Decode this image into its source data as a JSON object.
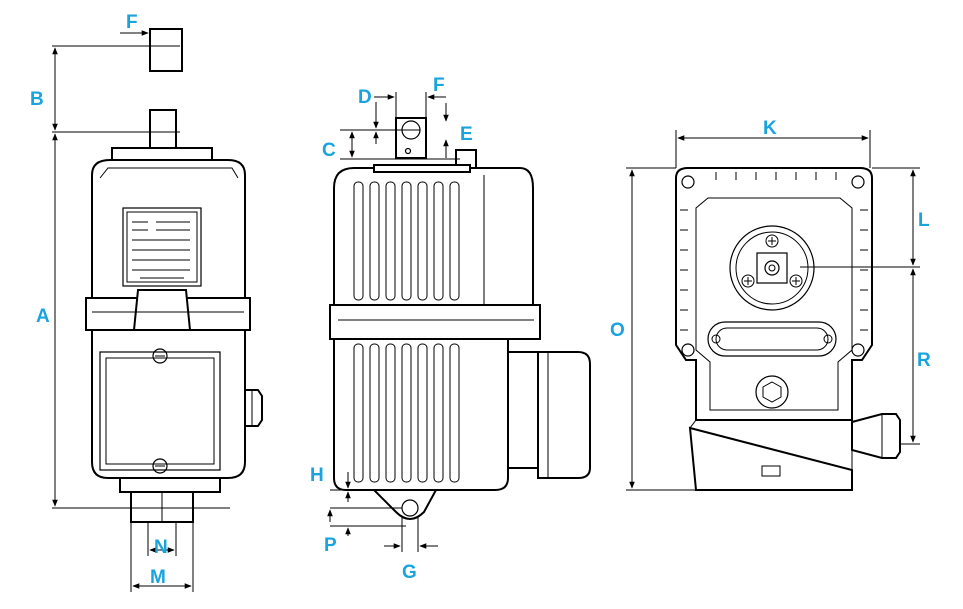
{
  "labels": {
    "A": "A",
    "B": "B",
    "C": "C",
    "D": "D",
    "E": "E",
    "F1": "F",
    "F2": "F",
    "G": "G",
    "H": "H",
    "K": "K",
    "L": "L",
    "M": "M",
    "N": "N",
    "O": "O",
    "P": "P",
    "R": "R"
  },
  "colors": {
    "label": "#1aa3dc",
    "line": "#000000"
  }
}
